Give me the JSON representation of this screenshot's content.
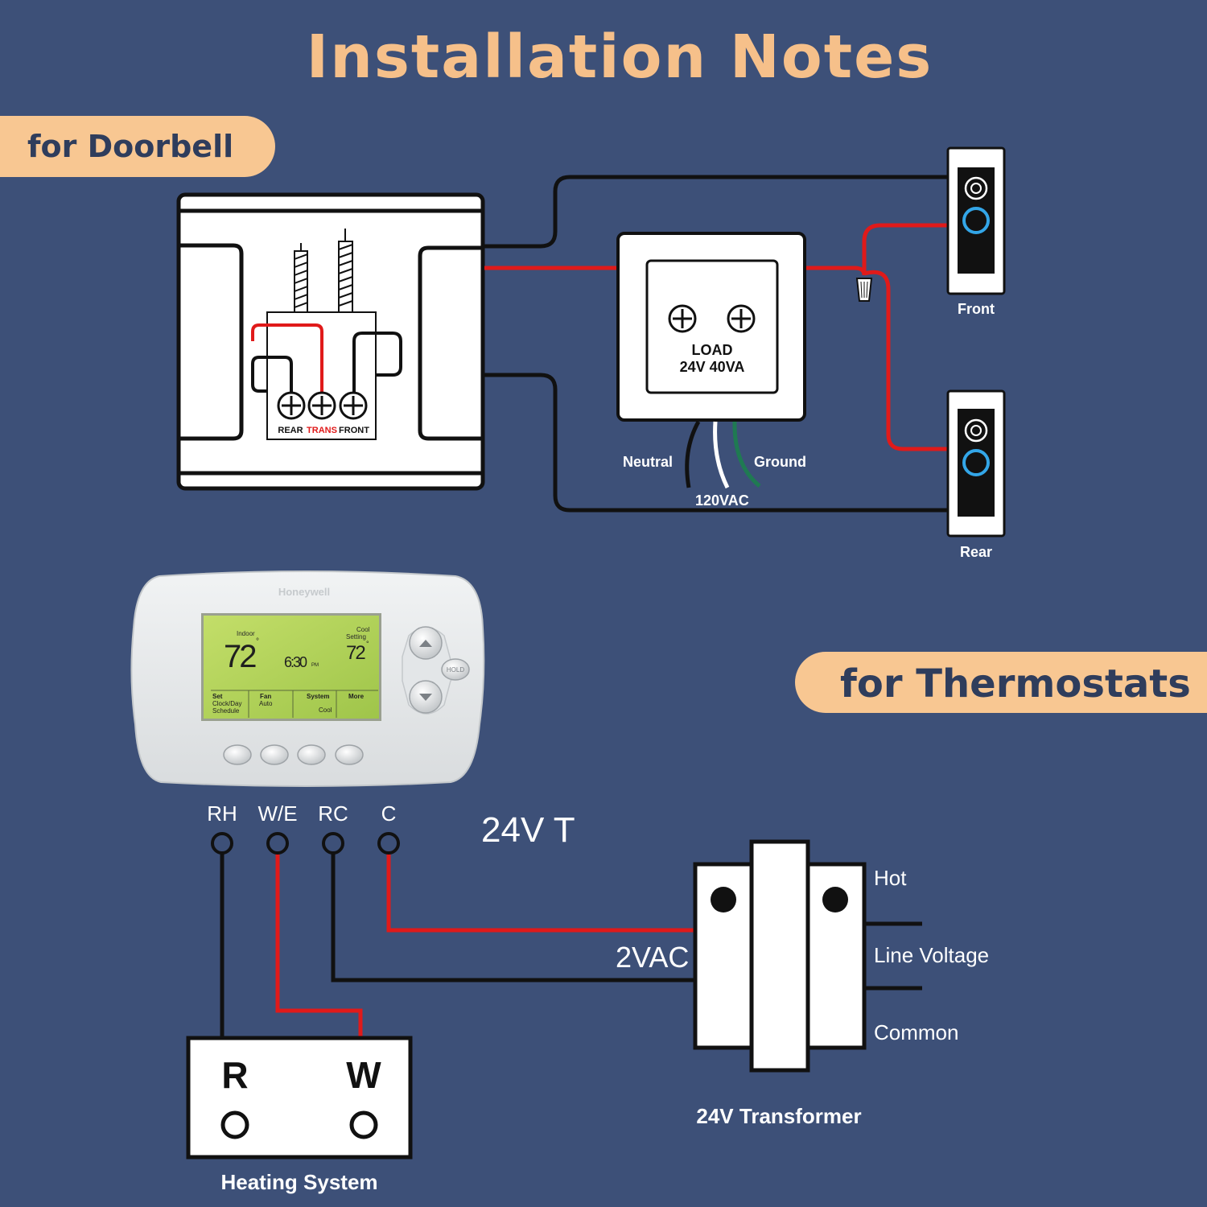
{
  "title": "Installation Notes",
  "sections": {
    "doorbell": "for Doorbell",
    "thermostats": "for Thermostats"
  },
  "doorbell": {
    "chime_terminals": [
      "REAR",
      "TRANS",
      "FRONT"
    ],
    "transformer_label_1": "LOAD",
    "transformer_label_2": "24V 40VA",
    "neutral": "Neutral",
    "ground": "Ground",
    "line_voltage": "120VAC",
    "front": "Front",
    "rear": "Rear"
  },
  "thermostat": {
    "brand": "Honeywell",
    "indoor_label": "Indoor",
    "indoor_temp": "72",
    "setting_label_1": "Cool",
    "setting_label_2": "Setting",
    "setting_temp": "72",
    "clock": "6:30",
    "clock_suffix": "PM",
    "hold": "HOLD",
    "menu": {
      "set_1": "Set",
      "set_2": "Clock/Day",
      "set_3": "Schedule",
      "fan_1": "Fan",
      "fan_2": "Auto",
      "system_1": "System",
      "system_2": "Cool",
      "more": "More"
    },
    "terminals": [
      "RH",
      "W/E",
      "RC",
      "C"
    ],
    "label_24vt": "24V T",
    "label_2vac": "2VAC",
    "hot": "Hot",
    "line_voltage": "Line Voltage",
    "common": "Common",
    "transformer": "24V Transformer",
    "heating_r": "R",
    "heating_w": "W",
    "heating_system": "Heating System"
  },
  "colors": {
    "background": "#3d5078",
    "accent": "#f6c08a",
    "wire_red": "#e01a1a",
    "wire_black": "#111111",
    "wire_green": "#1f7a52"
  }
}
